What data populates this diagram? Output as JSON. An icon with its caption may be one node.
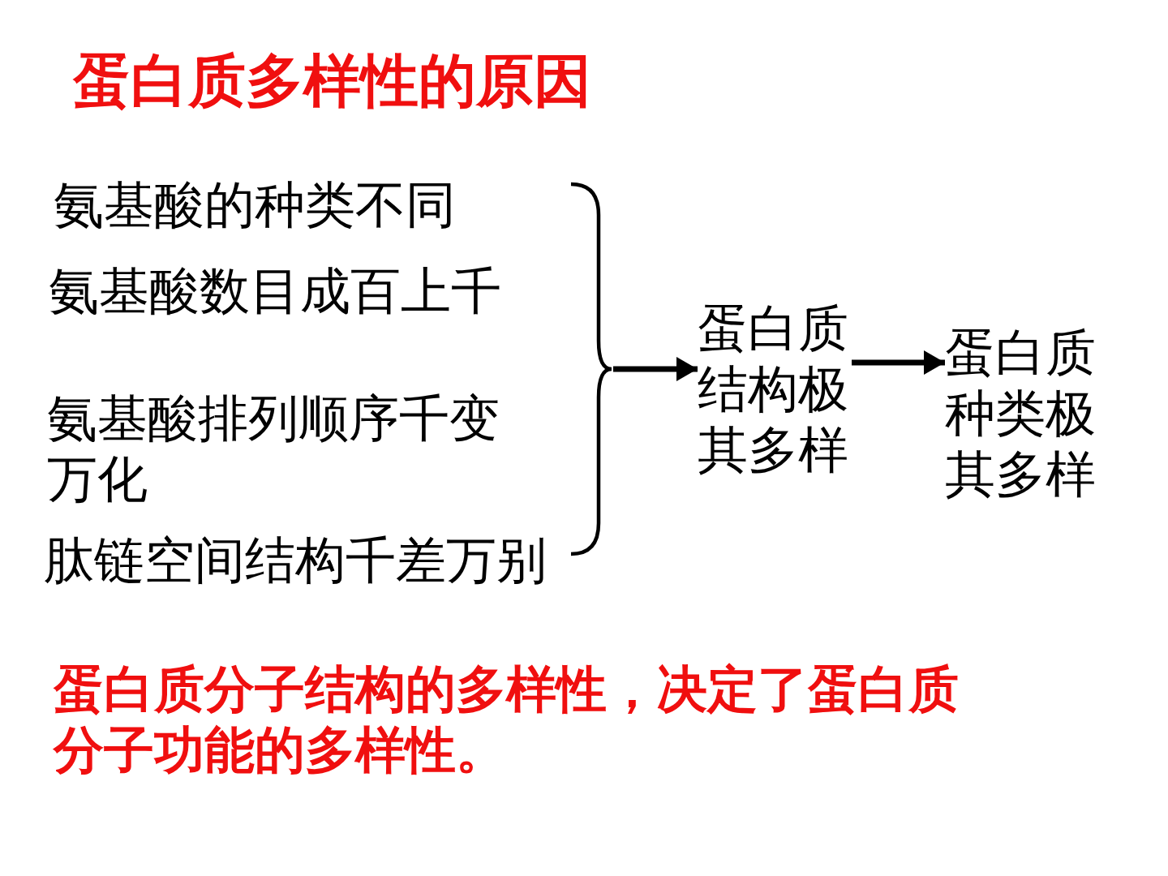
{
  "diagram": {
    "title": "蛋白质多样性的原因",
    "nodes": [
      {
        "text": [
          "氨基酸的种类不同"
        ]
      },
      {
        "text": [
          "氨基酸数目成百上千"
        ]
      },
      {
        "text": [
          "氨基酸排列顺序千变万化"
        ]
      },
      {
        "text": [
          "肽链空间结构千差万别"
        ]
      },
      {
        "text": [],
        "shape": "brace"
      },
      {
        "text": [
          "蛋白质结构极其多样"
        ]
      },
      {
        "text": [
          "蛋白质种类极其多样"
        ]
      }
    ],
    "edges": [
      {
        "from": 4,
        "to": 5,
        "arrow": "to"
      },
      {
        "from": 5,
        "to": 6,
        "arrow": "to"
      }
    ],
    "caption": "蛋白质分子结构的多样性，决定了蛋白质分子功能的多样性。"
  }
}
